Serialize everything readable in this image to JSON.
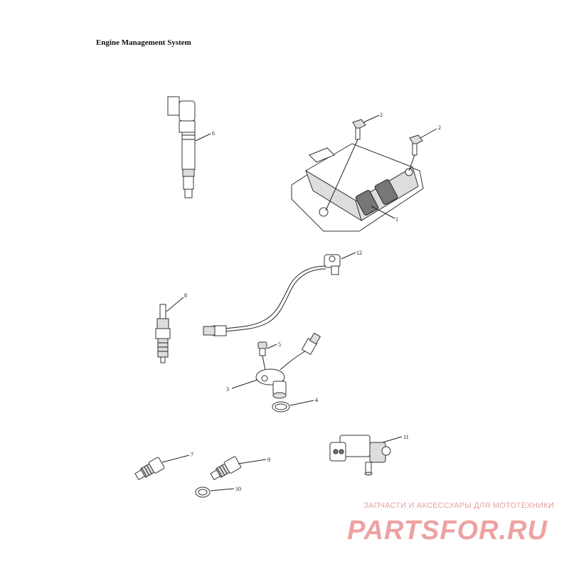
{
  "title": "Engine Management System",
  "callouts": {
    "c1": "1",
    "c2a": "2",
    "c2b": "2",
    "c3": "3",
    "c4": "4",
    "c5": "5",
    "c6": "6",
    "c7": "7",
    "c8": "8",
    "c9": "9",
    "c10": "10",
    "c11": "11",
    "c12": "12"
  },
  "watermark": {
    "tagline": "ЗАПЧАСТИ И АКСЕССУАРЫ ДЛЯ МОТОТЕХНИКИ",
    "logo": "PARTSFOR.RU",
    "color": "#e05555"
  }
}
